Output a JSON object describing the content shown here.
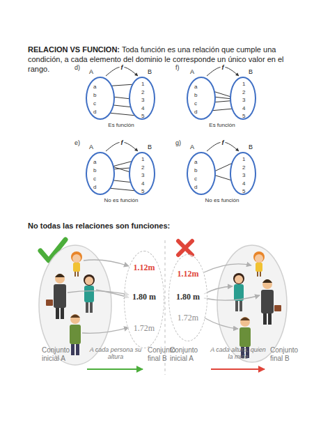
{
  "diagram": {
    "title": "RELACION VS FUNCION:",
    "nodes": [
      {
        "text": [
          "A"
        ]
      },
      {
        "text": [
          "a"
        ],
        "in": 0
      },
      {
        "text": [
          "b"
        ],
        "in": 0
      },
      {
        "text": [
          "c"
        ],
        "in": 0
      },
      {
        "text": [
          "d"
        ],
        "in": 0
      },
      {
        "text": [
          "B"
        ]
      },
      {
        "text": [
          "1"
        ],
        "in": 5
      },
      {
        "text": [
          "2"
        ],
        "in": 5
      },
      {
        "text": [
          "3"
        ],
        "in": 5
      },
      {
        "text": [
          "4"
        ],
        "in": 5
      },
      {
        "text": [
          "5"
        ],
        "in": 5
      },
      {
        "text": [
          "A"
        ]
      },
      {
        "text": [
          "a"
        ],
        "in": 11
      },
      {
        "text": [
          "b"
        ],
        "in": 11
      },
      {
        "text": [
          "c"
        ],
        "in": 11
      },
      {
        "text": [
          "d"
        ],
        "in": 11
      },
      {
        "text": [
          "B"
        ]
      },
      {
        "text": [
          "1"
        ],
        "in": 16
      },
      {
        "text": [
          "2"
        ],
        "in": 16
      },
      {
        "text": [
          "3"
        ],
        "in": 16
      },
      {
        "text": [
          "4"
        ],
        "in": 16
      },
      {
        "text": [
          "5"
        ],
        "in": 16
      },
      {
        "text": [
          "A"
        ]
      },
      {
        "text": [
          "a"
        ],
        "in": 22
      },
      {
        "text": [
          "b"
        ],
        "in": 22
      },
      {
        "text": [
          "c"
        ],
        "in": 22
      },
      {
        "text": [
          "d"
        ],
        "in": 22
      },
      {
        "text": [
          "B"
        ]
      },
      {
        "text": [
          "1"
        ],
        "in": 27
      },
      {
        "text": [
          "2"
        ],
        "in": 27
      },
      {
        "text": [
          "3"
        ],
        "in": 27
      },
      {
        "text": [
          "4"
        ],
        "in": 27
      },
      {
        "text": [
          "5"
        ],
        "in": 27
      },
      {
        "text": [
          "A"
        ]
      },
      {
        "text": [
          "a"
        ],
        "in": 33
      },
      {
        "text": [
          "b"
        ],
        "in": 33
      },
      {
        "text": [
          "c"
        ],
        "in": 33
      },
      {
        "text": [
          "d"
        ],
        "in": 33
      },
      {
        "text": [
          "B"
        ]
      },
      {
        "text": [
          "1"
        ],
        "in": 38
      },
      {
        "text": [
          "2"
        ],
        "in": 38
      },
      {
        "text": [
          "3"
        ],
        "in": 38
      },
      {
        "text": [
          "4"
        ],
        "in": 38
      },
      {
        "text": [
          "5"
        ],
        "in": 38
      },
      {
        "text": [
          "1.12m",
          "1.80 m",
          "1.72m"
        ]
      },
      {
        "text": [
          "1.12m",
          "1.80 m",
          "1.72m"
        ]
      }
    ],
    "edges": [
      {
        "from": 0,
        "to": 5,
        "label": "f",
        "arrow": "to"
      },
      {
        "from": 1,
        "to": 6,
        "arrow": "to"
      },
      {
        "from": 2,
        "to": 8,
        "arrow": "to"
      },
      {
        "from": 3,
        "to": 9,
        "arrow": "to"
      },
      {
        "from": 4,
        "to": 10,
        "arrow": "to"
      },
      {
        "from": 11,
        "to": 16,
        "label": "f",
        "arrow": "to"
      },
      {
        "from": 12,
        "to": 19,
        "arrow": "to"
      },
      {
        "from": 13,
        "to": 19,
        "arrow": "to"
      },
      {
        "from": 14,
        "to": 19,
        "arrow": "to"
      },
      {
        "from": 15,
        "to": 20,
        "arrow": "to"
      },
      {
        "from": 22,
        "to": 27,
        "label": "f",
        "arrow": "to"
      },
      {
        "from": 23,
        "to": 30,
        "arrow": "to"
      },
      {
        "from": 24,
        "to": 28,
        "arrow": "to"
      },
      {
        "from": 24,
        "to": 29,
        "arrow": "to"
      },
      {
        "from": 25,
        "to": 31,
        "arrow": "to"
      },
      {
        "from": 26,
        "to": 32,
        "arrow": "to"
      },
      {
        "from": 33,
        "to": 38,
        "label": "f",
        "arrow": "to"
      },
      {
        "from": 35,
        "to": 42,
        "arrow": "to"
      },
      {
        "from": 36,
        "to": 39,
        "arrow": "to"
      }
    ],
    "labels": [
      "Toda función es una relación que cumple una condición, a cada elemento del dominio le corresponde un único valor en el rango.",
      "d)",
      "f)",
      "e)",
      "g)",
      "Es función",
      "Es función",
      "No es función",
      "No es función",
      "No todas las relaciones son funciones:",
      "Conjunto inicial A",
      "A cada persona su altura",
      "Conjunto final B",
      "Conjunto inicial A",
      "A cada altura, quien la mide",
      "Conjunto final B"
    ]
  }
}
